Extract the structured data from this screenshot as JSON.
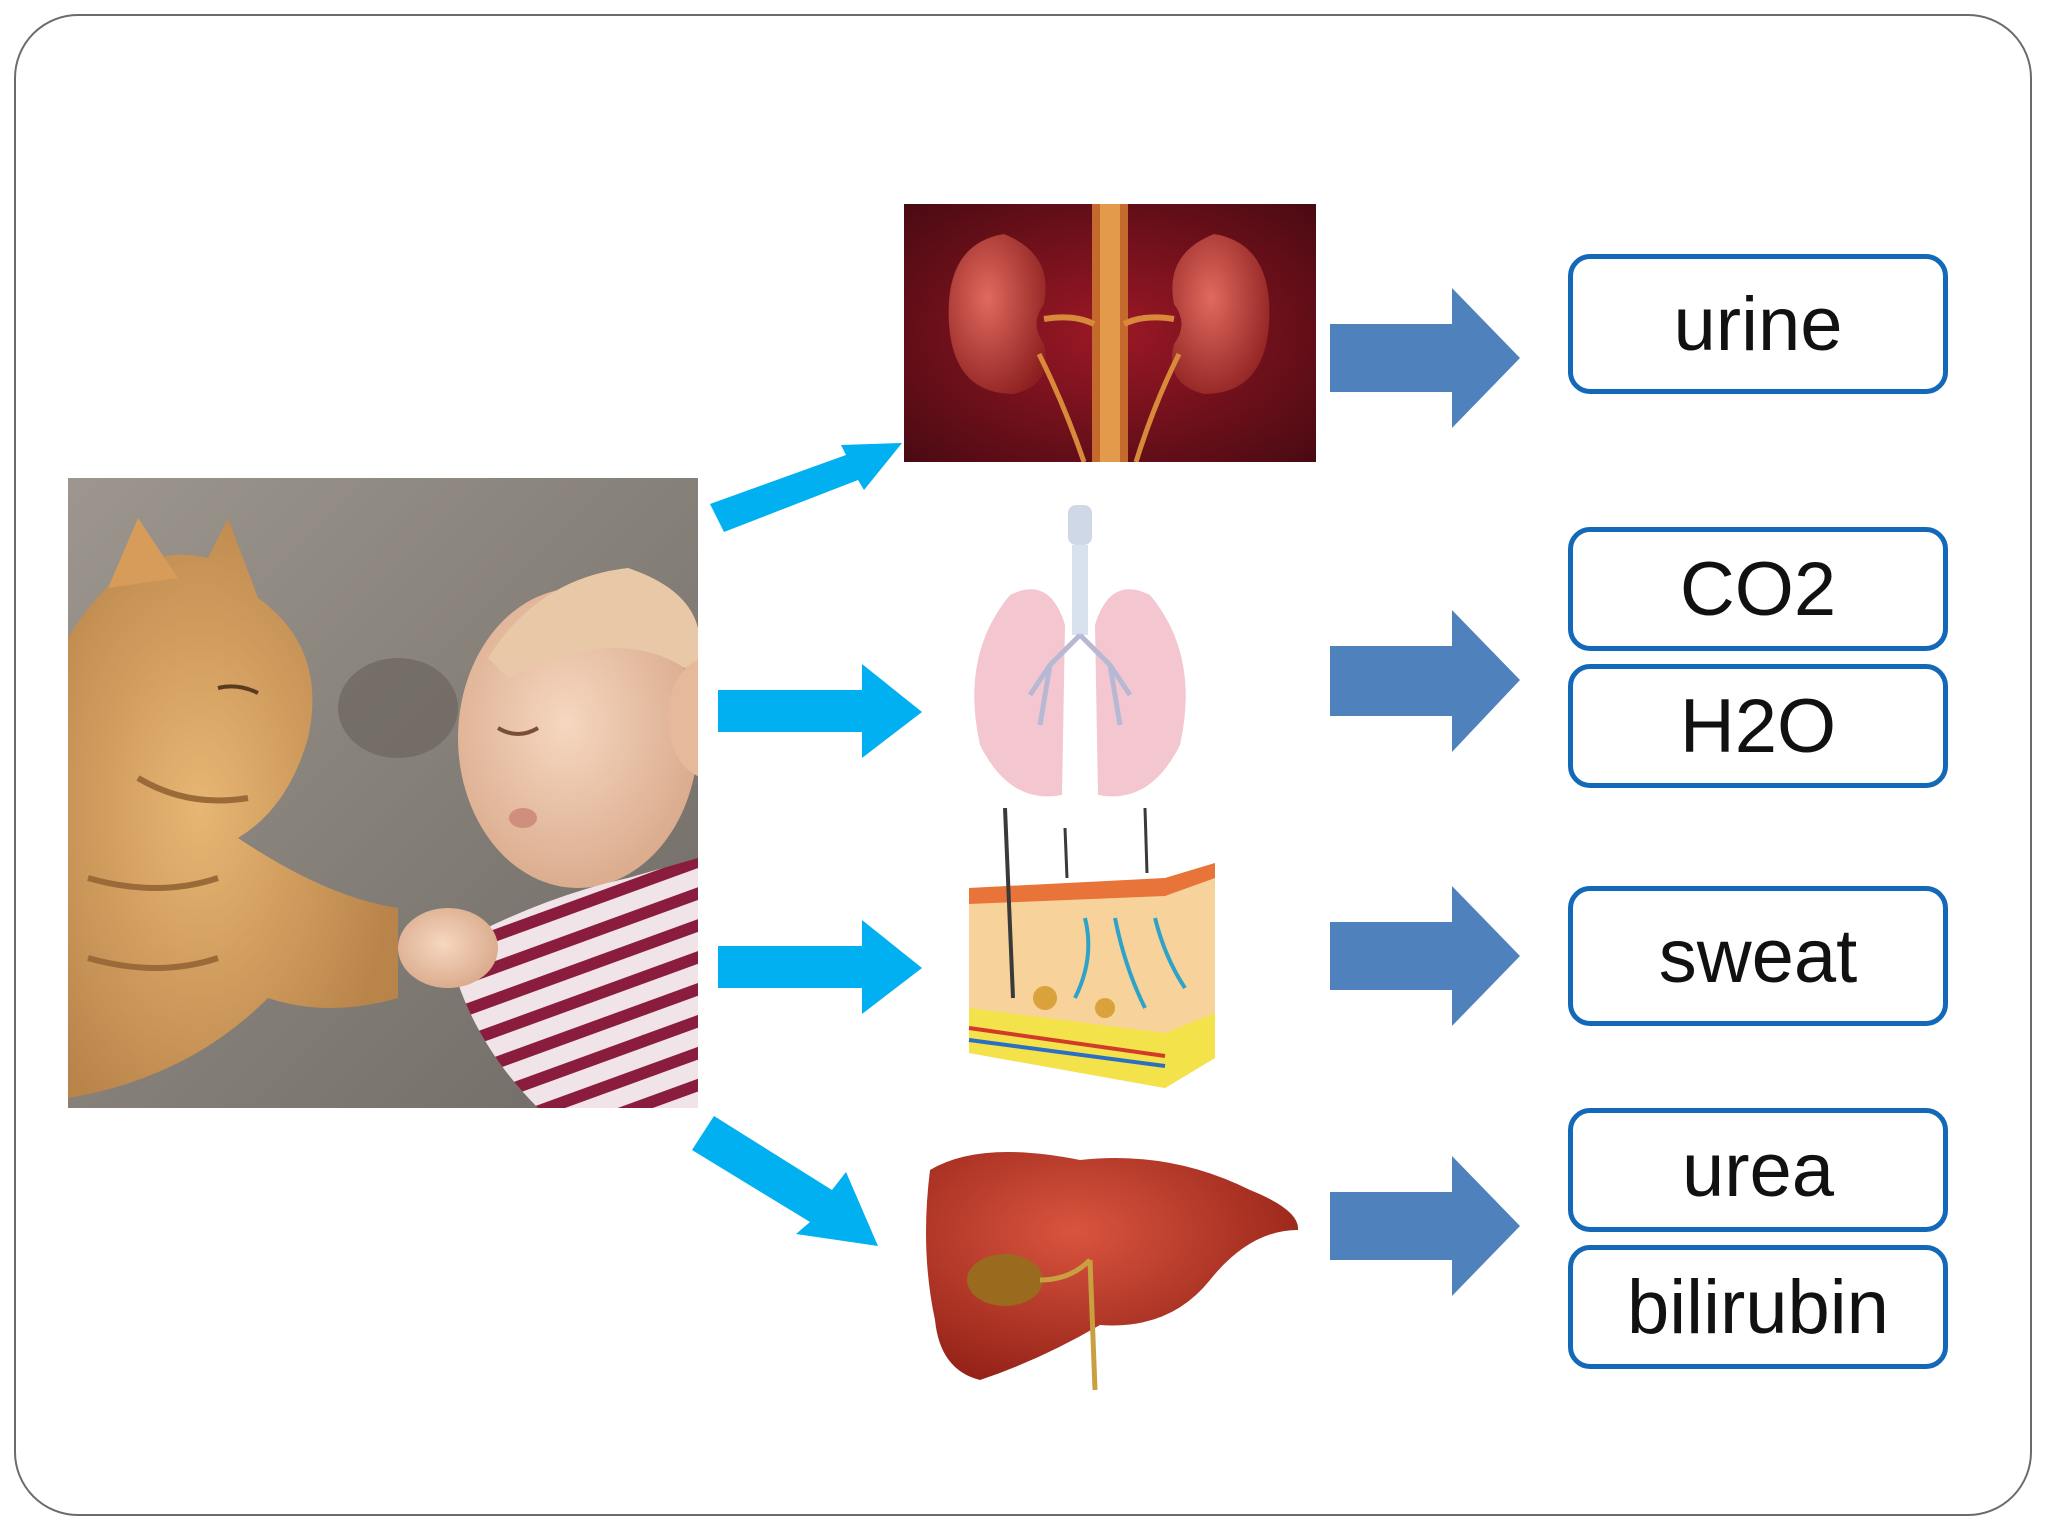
{
  "products": {
    "urine": "urine",
    "co2": "CO2",
    "h2o": "H2O",
    "sweat": "sweat",
    "urea": "urea",
    "bilirubin": "bilirubin"
  },
  "colors": {
    "cyan_arrow": "#00b0f0",
    "blue_arrow": "#4f81bd",
    "box_border": "#1468b8",
    "frame_border": "#6b6b6b"
  },
  "icons": [
    "cat-and-baby-photo",
    "kidneys-image",
    "lungs-image",
    "skin-cross-section-image",
    "liver-image"
  ]
}
